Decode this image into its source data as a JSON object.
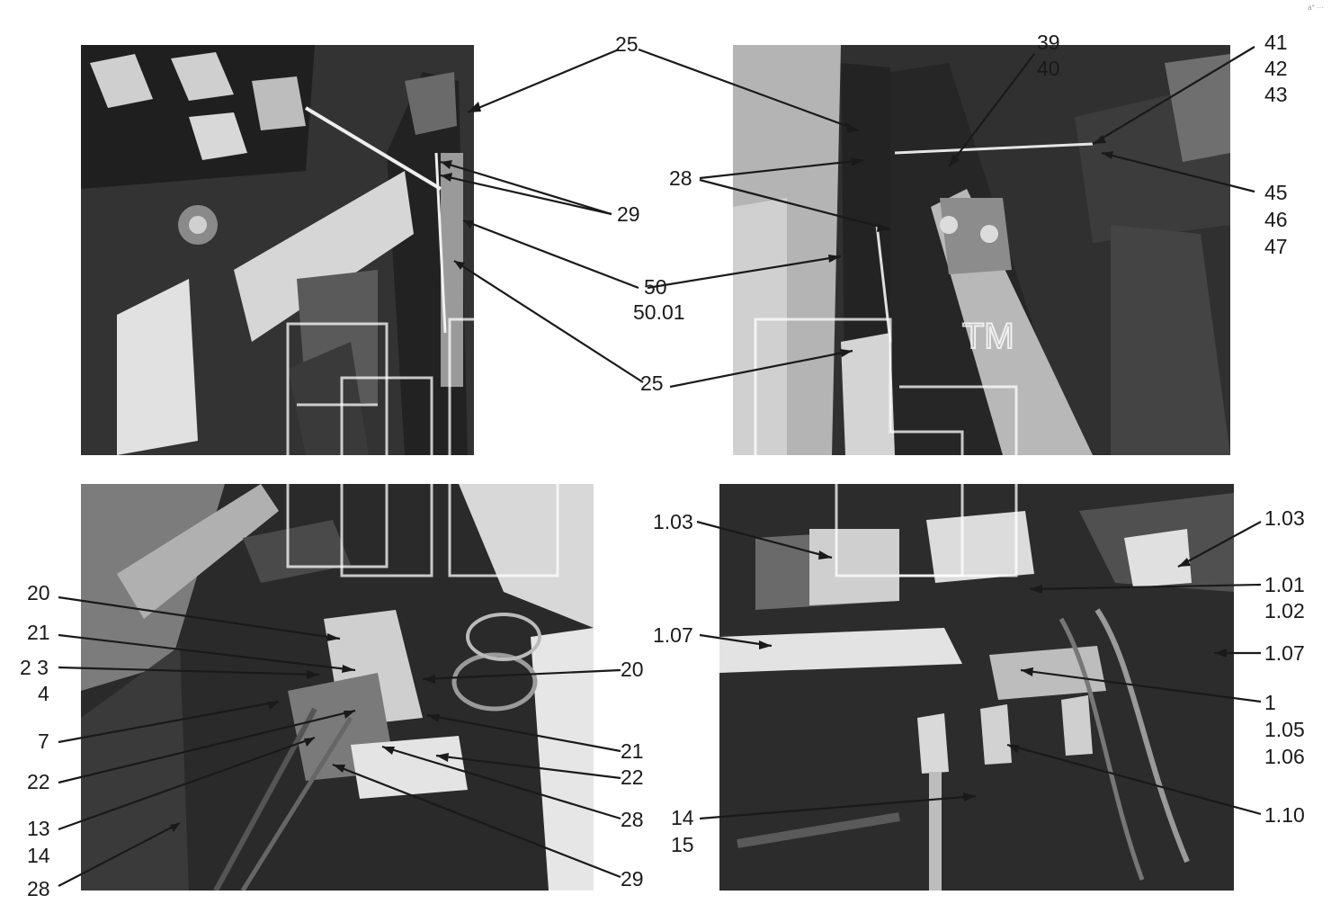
{
  "panels": [
    {
      "id": "top-left",
      "name": "photo-top-left"
    },
    {
      "id": "top-right",
      "name": "photo-top-right"
    },
    {
      "id": "bottom-left",
      "name": "photo-bottom-left"
    },
    {
      "id": "bottom-right",
      "name": "photo-bottom-right"
    }
  ],
  "callouts": {
    "tl_25_top": "25",
    "tl_29": "29",
    "tl_50": "50",
    "tl_5001": "50.01",
    "tl_25_bottom": "25",
    "tr_28": "28",
    "tr_39": "39",
    "tr_40": "40",
    "tr_41": "41",
    "tr_42": "42",
    "tr_43": "43",
    "tr_45": "45",
    "tr_46": "46",
    "tr_47": "47",
    "bl_20_left": "20",
    "bl_21_left": "21",
    "bl_2_3": "2 3",
    "bl_4": "4",
    "bl_7": "7",
    "bl_22_left": "22",
    "bl_13": "13",
    "bl_14": "14",
    "bl_28_left": "28",
    "bl_20_right": "20",
    "bl_21_right": "21",
    "bl_22_right": "22",
    "bl_28_right": "28",
    "bl_29": "29",
    "br_103_left": "1.03",
    "br_107_left": "1.07",
    "br_14": "14",
    "br_15": "15",
    "br_103_right": "1.03",
    "br_101": "1.01",
    "br_102": "1.02",
    "br_107_right": "1.07",
    "br_1": "1",
    "br_105": "1.05",
    "br_106": "1.06",
    "br_110": "1.10"
  },
  "watermark": {
    "tm": "TM"
  },
  "corner_mark": "a° ···"
}
